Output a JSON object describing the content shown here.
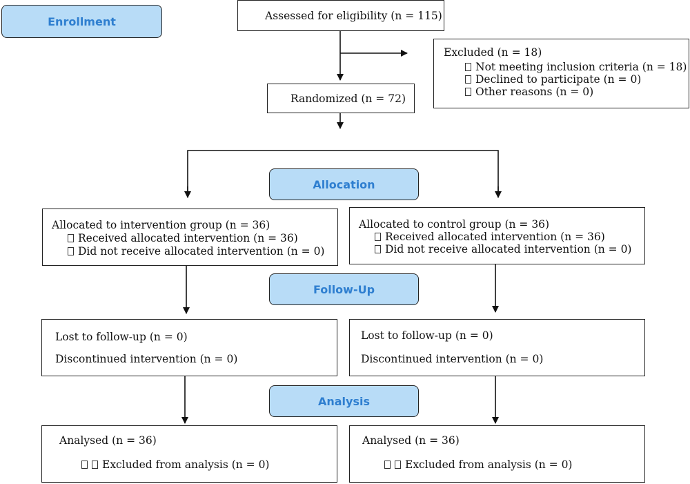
{
  "stages": {
    "enrollment": "Enrollment",
    "allocation": "Allocation",
    "followup": "Follow-Up",
    "analysis": "Analysis"
  },
  "assessed": "Assessed for eligibility (n = 115)",
  "excluded": {
    "title": "Excluded (n = 18)",
    "items": [
      "Not meeting inclusion criteria (n = 18)",
      "Declined to participate (n = 0)",
      "Other reasons (n = 0)"
    ]
  },
  "randomized": "Randomized (n = 72)",
  "allocation": {
    "intervention": {
      "title": "Allocated to intervention group (n = 36)",
      "received": "Received allocated intervention (n = 36)",
      "not_received": "Did not receive allocated intervention (n = 0)"
    },
    "control": {
      "title": "Allocated to control group (n = 36)",
      "received": "Received allocated intervention (n = 36)",
      "not_received": "Did not receive allocated intervention (n = 0)"
    }
  },
  "followup": {
    "intervention": {
      "lost": "Lost to follow-up (n = 0)",
      "discontinued": "Discontinued intervention (n = 0)"
    },
    "control": {
      "lost": "Lost to follow-up (n = 0)",
      "discontinued": "Discontinued intervention (n = 0)"
    }
  },
  "analysis": {
    "intervention": {
      "analysed": "Analysed (n = 36)",
      "excluded": "Excluded from analysis (n = 0)"
    },
    "control": {
      "analysed": "Analysed (n = 36)",
      "excluded": "Excluded from analysis (n = 0)"
    }
  }
}
